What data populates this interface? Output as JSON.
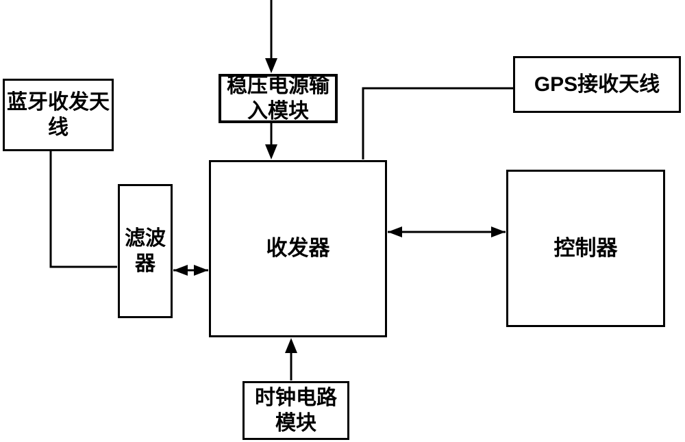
{
  "diagram": {
    "type": "block-diagram",
    "colors": {
      "background": "#ffffff",
      "line": "#000000",
      "box_border": "#000000",
      "text": "#000000"
    },
    "nodes": {
      "bluetooth_antenna": {
        "label": "蓝牙收发天\n线"
      },
      "power_input": {
        "label": "稳压电源输\n入模块"
      },
      "gps_antenna": {
        "label": "GPS接收天线"
      },
      "filter": {
        "label": "滤波\n器"
      },
      "transceiver": {
        "label": "收发器"
      },
      "controller": {
        "label": "控制器"
      },
      "clock_module": {
        "label": "时钟电路\n模块"
      }
    },
    "edges": [
      {
        "from": "external-top",
        "to": "power_input",
        "type": "arrow"
      },
      {
        "from": "power_input",
        "to": "transceiver",
        "type": "arrow"
      },
      {
        "from": "gps_antenna",
        "to": "transceiver",
        "type": "line"
      },
      {
        "from": "bluetooth_antenna",
        "to": "filter",
        "type": "line"
      },
      {
        "from": "filter",
        "to": "transceiver",
        "type": "double-arrow"
      },
      {
        "from": "transceiver",
        "to": "controller",
        "type": "double-arrow"
      },
      {
        "from": "clock_module",
        "to": "transceiver",
        "type": "arrow"
      }
    ]
  }
}
